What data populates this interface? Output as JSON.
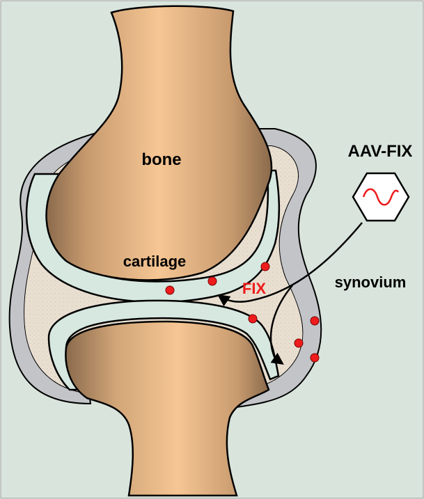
{
  "diagram": {
    "labels": {
      "bone": "bone",
      "cartilage": "cartilage",
      "synovium": "synovium",
      "vector": "AAV-FIX",
      "protein": "FIX"
    },
    "colors": {
      "background": "#D9E5DC",
      "bone_light": "#F6C694",
      "bone_dark": "#8A6A4C",
      "cartilage": "#D6E8E0",
      "synovium": "#C2C4C8",
      "synovial_fluid": "#E9DFD1",
      "fix_protein": "#EE1C1C",
      "outline": "#000000"
    },
    "icons": {
      "vector": "hexagon-sine-wave-icon"
    }
  }
}
